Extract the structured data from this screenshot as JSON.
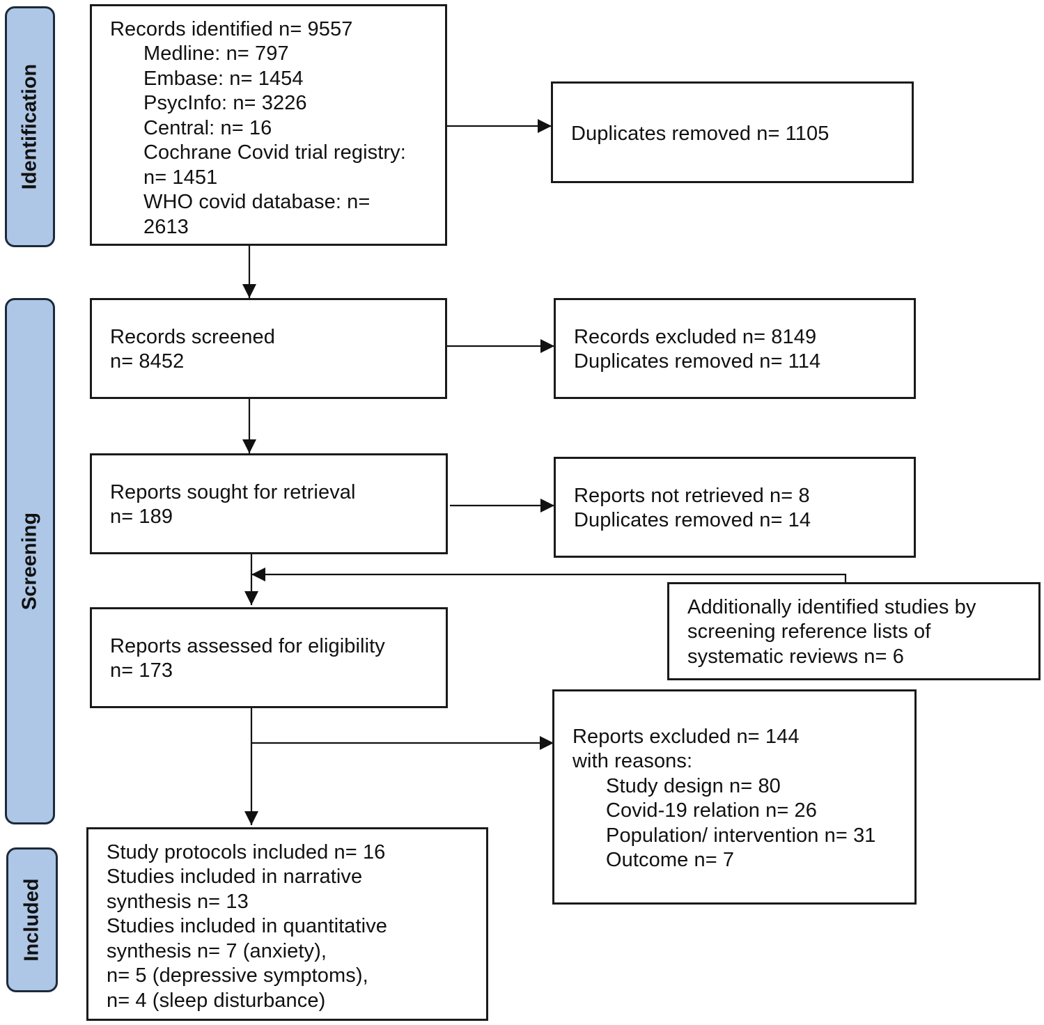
{
  "stages": {
    "identification": "Identification",
    "screening": "Screening",
    "included": "Included"
  },
  "identified": {
    "lines": [
      "Records identified n= 9557",
      "Medline: n= 797",
      "Embase: n= 1454",
      "PsycInfo: n= 3226",
      "Central: n= 16",
      "Cochrane Covid trial registry:",
      "n= 1451",
      "WHO covid database: n=",
      "2613"
    ]
  },
  "duplicates1": {
    "lines": [
      "Duplicates removed n= 1105"
    ]
  },
  "screened": {
    "lines": [
      "Records screened",
      "n= 8452"
    ]
  },
  "excluded1": {
    "lines": [
      "Records excluded n= 8149",
      "Duplicates removed n= 114"
    ]
  },
  "sought": {
    "lines": [
      "Reports sought for retrieval",
      "n= 189"
    ]
  },
  "not_retrieved": {
    "lines": [
      "Reports not retrieved n= 8",
      "Duplicates removed n= 14"
    ]
  },
  "additional": {
    "lines": [
      "Additionally identified studies by",
      "screening reference lists of",
      "systematic reviews n= 6"
    ]
  },
  "assessed": {
    "lines": [
      "Reports assessed for eligibility",
      "n= 173"
    ]
  },
  "excluded2": {
    "lines": [
      "Reports excluded n= 144",
      "with reasons:",
      "Study design n= 80",
      "Covid-19 relation n= 26",
      "Population/ intervention n= 31",
      "Outcome n= 7"
    ]
  },
  "included": {
    "lines": [
      "Study protocols included n= 16",
      "Studies included in narrative",
      "synthesis n= 13",
      "Studies included in quantitative",
      "synthesis n= 7 (anxiety),",
      "n= 5 (depressive symptoms),",
      "n= 4 (sleep disturbance)"
    ]
  }
}
